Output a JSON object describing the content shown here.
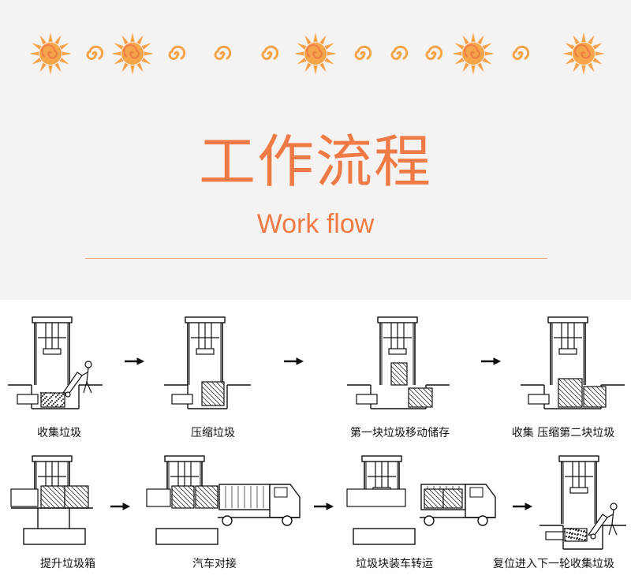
{
  "title": "工作流程",
  "subtitle": "Work flow",
  "decorations": {
    "pattern": [
      "sun",
      "spiral",
      "sun",
      "spiral",
      "spiral",
      "spiral",
      "sun",
      "spiral",
      "spiral",
      "spiral",
      "sun",
      "spiral",
      "sun"
    ],
    "accent": "#f5a44a",
    "sun_center": "#f07a45"
  },
  "steps": [
    {
      "label": "收集垃圾"
    },
    {
      "label": "压缩垃圾"
    },
    {
      "label": "第一块垃圾移动储存"
    },
    {
      "label": "收集 压缩第二块垃圾"
    },
    {
      "label": "提升垃圾箱"
    },
    {
      "label": "汽车对接"
    },
    {
      "label": "垃圾块装车转运"
    },
    {
      "label": "复位进入下一轮收集垃圾"
    }
  ],
  "colors": {
    "title": "#f07a45",
    "header_bg": "#f5f2f2",
    "line": "#111111"
  }
}
